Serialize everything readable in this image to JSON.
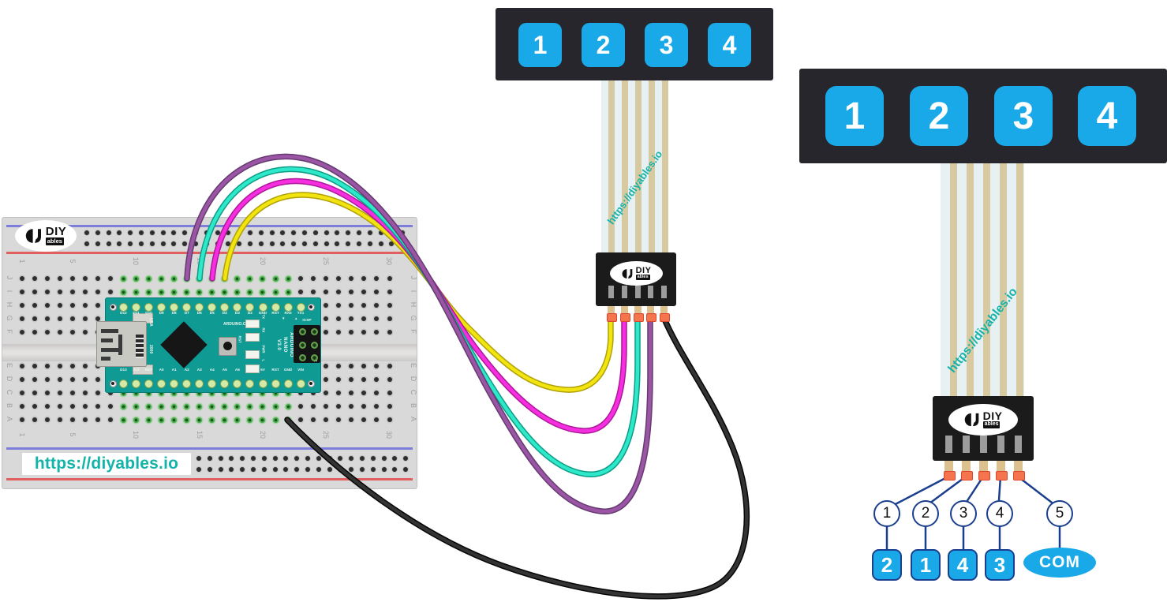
{
  "brand": {
    "diy": "DIY",
    "ables": "ables"
  },
  "breadboard": {
    "url_label": "https://diyables.io",
    "column_labels": [
      "1",
      "5",
      "10",
      "15",
      "20",
      "25",
      "30"
    ],
    "row_labels_top": [
      "J",
      "I",
      "H",
      "G",
      "F"
    ],
    "row_labels_bottom": [
      "E",
      "D",
      "C",
      "B",
      "A"
    ]
  },
  "arduino": {
    "top_pin_labels": [
      "D12",
      "D11",
      "D10",
      "D9",
      "D8",
      "D7",
      "D6",
      "D5",
      "D4",
      "D3",
      "D2",
      "GND",
      "RST",
      "RX0",
      "TX1"
    ],
    "bottom_pin_labels": [
      "D13",
      "3V3",
      "REF",
      "A0",
      "A1",
      "A2",
      "A3",
      "A4",
      "A5",
      "A6",
      "A7",
      "5V",
      "RST",
      "GND",
      "VIN"
    ],
    "silk": {
      "maker": "ARDUINO.CC",
      "model_lines": [
        "ARDUINO",
        "NANO",
        "V3.0"
      ],
      "usa": "USA",
      "year": "2009",
      "reset": "RST",
      "icsp": "ICSP",
      "pin1": "1",
      "led_labels": [
        "TX",
        "RX",
        "PWR",
        "L"
      ],
      "rx_arrow": "▼",
      "tx_arrow": "▲"
    }
  },
  "keypad_top": {
    "keys": [
      "1",
      "2",
      "3",
      "4"
    ],
    "ribbon_text": "https://diyables.io"
  },
  "keypad_right": {
    "keys": [
      "1",
      "2",
      "3",
      "4"
    ],
    "ribbon_text": "https://diyables.io"
  },
  "pinout": {
    "pins": [
      {
        "number": "1",
        "label": "2"
      },
      {
        "number": "2",
        "label": "1"
      },
      {
        "number": "3",
        "label": "4"
      },
      {
        "number": "4",
        "label": "3"
      },
      {
        "number": "5",
        "label": "COM"
      }
    ]
  },
  "wires": [
    {
      "name": "yellow-wire",
      "from": "D4",
      "to": "keypad pin 1",
      "color": "#f2e40f",
      "edge": "#b0a00a"
    },
    {
      "name": "magenta-wire",
      "from": "D5",
      "to": "keypad pin 2",
      "color": "#f72ee0",
      "edge": "#ab189a"
    },
    {
      "name": "cyan-wire",
      "from": "D6",
      "to": "keypad pin 3",
      "color": "#2ee9c9",
      "edge": "#0d9c86"
    },
    {
      "name": "purple-wire",
      "from": "D7",
      "to": "keypad pin 4",
      "color": "#9a55a5",
      "edge": "#663a70"
    },
    {
      "name": "black-wire",
      "from": "GND",
      "to": "keypad pin 5 (COM)",
      "color": "#333333",
      "edge": "#050505"
    }
  ],
  "colors": {
    "button_blue": "#1aa9e8",
    "panel_black": "#26262c",
    "nano_teal": "#0f9a93",
    "teal_text": "#14b3a9",
    "leader_navy": "#1b3f8e",
    "ribbon_base": "#e7f1f3",
    "ribbon_stripe": "#d7c9a0"
  }
}
